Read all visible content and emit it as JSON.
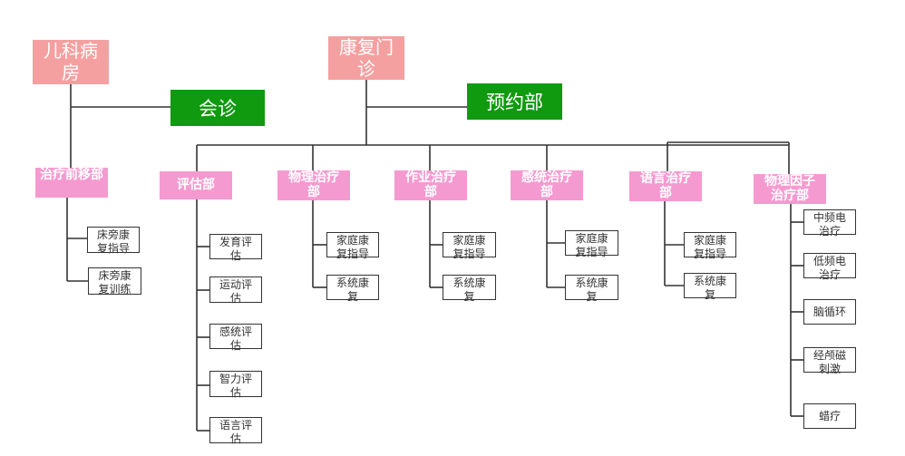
{
  "top_nodes": {
    "pediatrics": "儿科病房",
    "rehab_clinic": "康复门诊"
  },
  "green_nodes": {
    "consult": "会诊",
    "appointment": "预约部"
  },
  "departments": {
    "pretransfer": "治疗前移部",
    "evaluation": "评估部",
    "physio": "物理治疗部",
    "occupational": "作业治疗部",
    "sensory": "感统治疗部",
    "speech": "语言治疗部",
    "physfactor": "物理因子治疗部"
  },
  "leaves": {
    "pretransfer": [
      "床旁康复指导",
      "床旁康复训练"
    ],
    "evaluation": [
      "发育评估",
      "运动评估",
      "感统评估",
      "智力评估",
      "语言评估"
    ],
    "physio": [
      "家庭康复指导",
      "系统康复"
    ],
    "occupational": [
      "家庭康复指导",
      "系统康复"
    ],
    "sensory": [
      "家庭康复指导",
      "系统康复"
    ],
    "speech": [
      "家庭康复指导",
      "系统康复"
    ],
    "physfactor": [
      "中频电治疗",
      "低频电治疗",
      "脑循环",
      "经颅磁刺激",
      "蜡疗"
    ]
  },
  "colors": {
    "top_node": "#f5a0a0",
    "green_node": "#109a10",
    "dept_node": "#f59ad0",
    "line": "#333333"
  }
}
